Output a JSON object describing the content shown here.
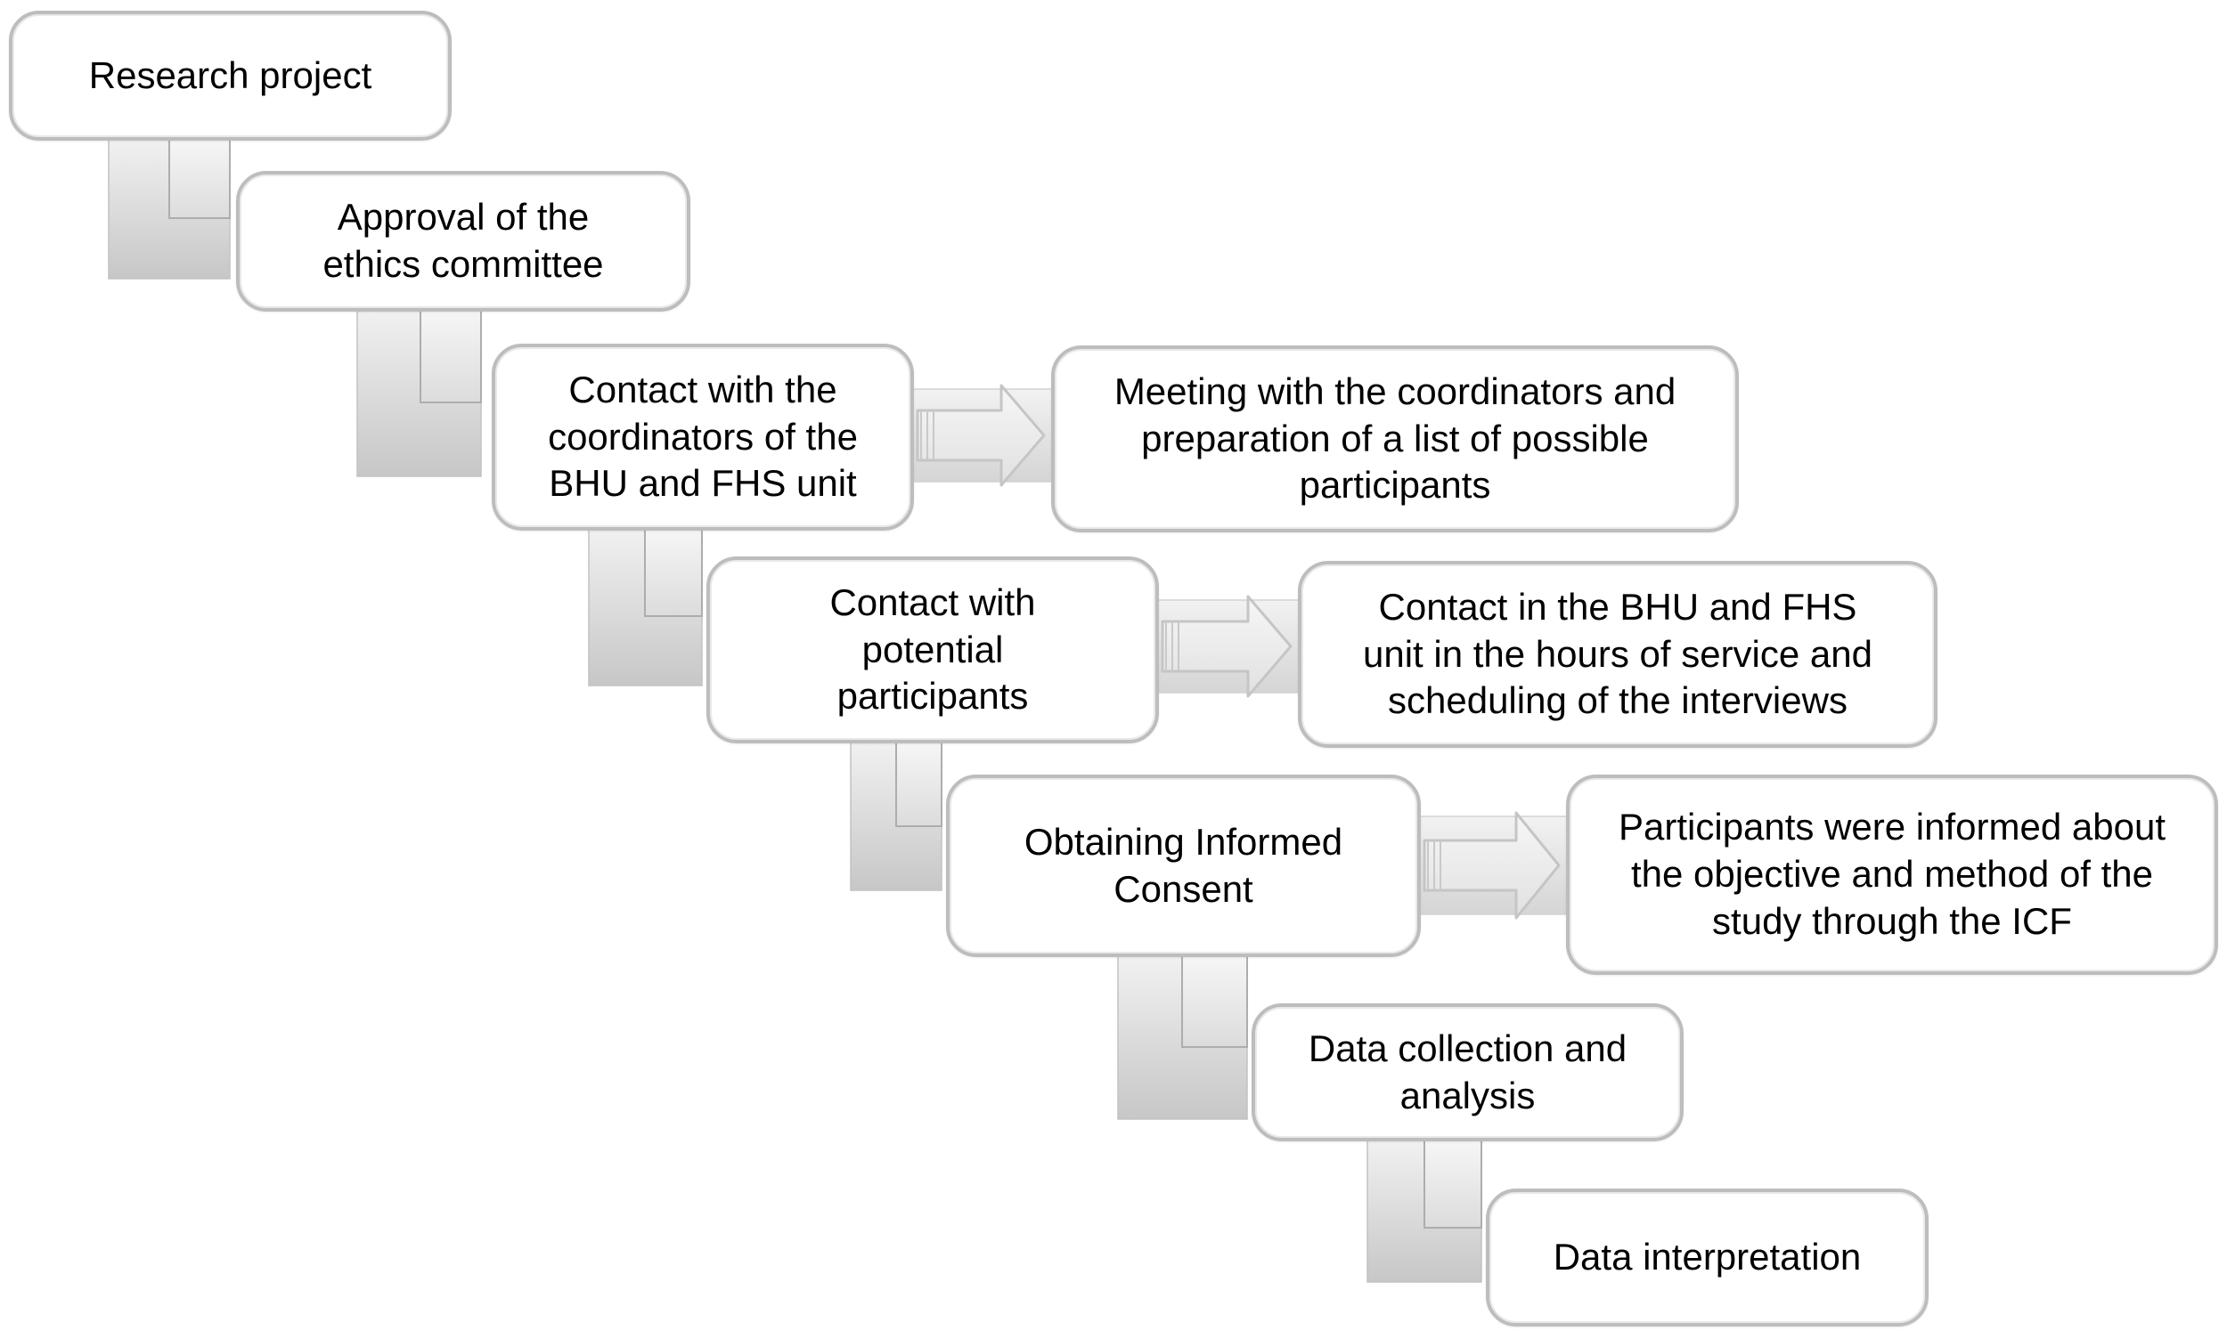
{
  "figure": {
    "type": "flowchart",
    "background": "#ffffff",
    "process_nodes": [
      {
        "id": "research-project",
        "label": "Research project"
      },
      {
        "id": "ethics-approval",
        "label": "Approval of the\nethics committee"
      },
      {
        "id": "contact-coordinators",
        "label": "Contact with the\ncoordinators of the\nBHU and FHS unit"
      },
      {
        "id": "contact-participants",
        "label": "Contact with\npotential\nparticipants"
      },
      {
        "id": "informed-consent",
        "label": "Obtaining Informed\nConsent"
      },
      {
        "id": "data-collection",
        "label": "Data collection and\nanalysis"
      },
      {
        "id": "data-interpretation",
        "label": "Data interpretation"
      }
    ],
    "detail_nodes": [
      {
        "id": "meeting-coordinators",
        "label": "Meeting with the coordinators and\npreparation of a list of possible\nparticipants"
      },
      {
        "id": "contact-bhu-fhs",
        "label": "Contact in the BHU and FHS\nunit in the hours of service and\nscheduling of the interviews"
      },
      {
        "id": "participants-informed",
        "label": "Participants were informed about\nthe objective and method of the\nstudy through the ICF"
      }
    ],
    "edges": [
      {
        "from": "research-project",
        "to": "ethics-approval",
        "type": "step-down"
      },
      {
        "from": "ethics-approval",
        "to": "contact-coordinators",
        "type": "step-down"
      },
      {
        "from": "contact-coordinators",
        "to": "contact-participants",
        "type": "step-down"
      },
      {
        "from": "contact-participants",
        "to": "informed-consent",
        "type": "step-down"
      },
      {
        "from": "informed-consent",
        "to": "data-collection",
        "type": "step-down"
      },
      {
        "from": "data-collection",
        "to": "data-interpretation",
        "type": "step-down"
      },
      {
        "from": "contact-coordinators",
        "to": "meeting-coordinators",
        "type": "arrow-right"
      },
      {
        "from": "contact-participants",
        "to": "contact-bhu-fhs",
        "type": "arrow-right"
      },
      {
        "from": "informed-consent",
        "to": "participants-informed",
        "type": "arrow-right"
      }
    ],
    "colors": {
      "node_fill": "#ffffff",
      "node_border": "#bdbdbd",
      "connector_gradient_top": "#efefef",
      "connector_gradient_bottom": "#c7c7c7",
      "connector_inner_top": "#f4f4f4",
      "connector_inner_bottom": "#dcdcdc",
      "connector_stroke": "#adadad",
      "arrow_stroke": "#c5c5c5",
      "text": "#000000"
    }
  }
}
